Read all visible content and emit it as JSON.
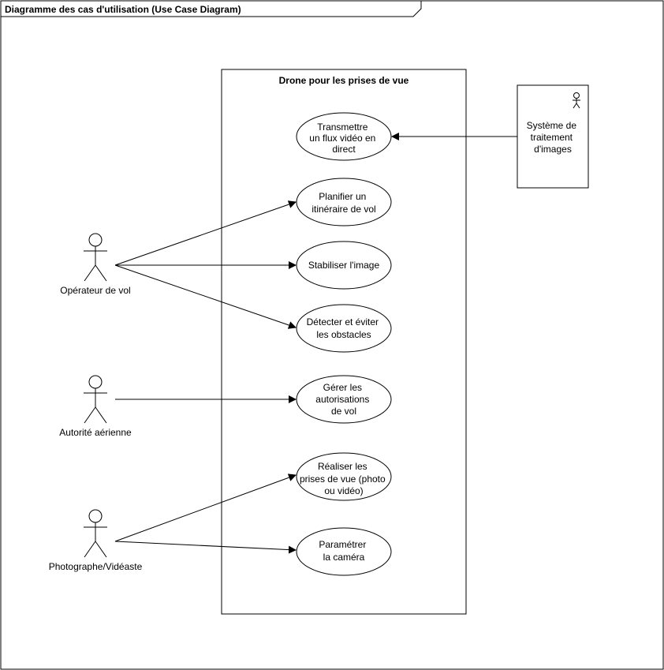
{
  "frame": {
    "title": "Diagramme des cas d'utilisation (Use Case Diagram)"
  },
  "system": {
    "title": "Drone pour les prises de vue"
  },
  "external_system": {
    "label_lines": [
      "Système de",
      "traitement",
      "d'images"
    ]
  },
  "actors": [
    {
      "id": "operateur",
      "label": "Opérateur de vol"
    },
    {
      "id": "autorite",
      "label": "Autorité aérienne"
    },
    {
      "id": "photographe",
      "label": "Photographe/Vidéaste"
    }
  ],
  "use_cases": [
    {
      "id": "uc_transmettre",
      "lines": [
        "Transmettre",
        "un flux vidéo en",
        "direct"
      ]
    },
    {
      "id": "uc_planifier",
      "lines": [
        "Planifier un",
        "itinéraire de vol"
      ]
    },
    {
      "id": "uc_stabiliser",
      "lines": [
        "Stabiliser l'image"
      ]
    },
    {
      "id": "uc_detecter",
      "lines": [
        "Détecter et éviter",
        "les obstacles"
      ]
    },
    {
      "id": "uc_gerer",
      "lines": [
        "Gérer les",
        "autorisations",
        "de vol"
      ]
    },
    {
      "id": "uc_realiser",
      "lines": [
        "Réaliser les",
        "prises de vue (photo",
        "ou vidéo)"
      ]
    },
    {
      "id": "uc_parametrer",
      "lines": [
        "Paramétrer",
        "la caméra"
      ]
    }
  ],
  "associations": [
    {
      "from": "external_system",
      "to": "uc_transmettre"
    },
    {
      "from": "operateur",
      "to": "uc_planifier"
    },
    {
      "from": "operateur",
      "to": "uc_stabiliser"
    },
    {
      "from": "operateur",
      "to": "uc_detecter"
    },
    {
      "from": "autorite",
      "to": "uc_gerer"
    },
    {
      "from": "photographe",
      "to": "uc_realiser"
    },
    {
      "from": "photographe",
      "to": "uc_parametrer"
    }
  ]
}
